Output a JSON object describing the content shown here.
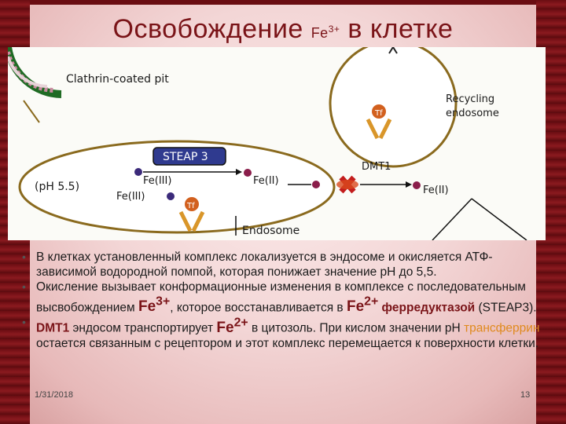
{
  "slide": {
    "title_main": "Освобождение",
    "title_ion": "Fe",
    "title_ion_charge": "3+",
    "title_tail": "в клетке"
  },
  "diagram": {
    "labels": {
      "clathrin": "Clathrin-coated pit",
      "recycling_1": "Recycling",
      "recycling_2": "endosome",
      "steap": "STEAP 3",
      "ph": "(pH 5.5)",
      "fe3_a": "Fe(III)",
      "fe3_b": "Fe(III)",
      "fe2_a": "Fe(II)",
      "fe2_b": "Fe(II)",
      "dmt1": "DMT1",
      "endosome": "Endosome",
      "tf_a": "Tf",
      "tf_b": "Tf"
    }
  },
  "bullets": {
    "b1": "В клетках установленный комплекс локализуется в эндосоме и окисляется АТФ-зависимой водородной помпой, которая понижает значение рН до 5,5.",
    "b2_a": "Окисление вызывает конформационные изменения в комплексе с последовательным высвобождением",
    "b2_ion": "Fe",
    "b2_ion_charge": "3+",
    "b2_b": ", которое восстанавливается в",
    "b2_ion2": "Fe",
    "b2_ion2_charge": "2+",
    "b2_enzyme": "ферредуктазой",
    "b2_c": "(STEAP3).",
    "b3_dmt": "DMT1",
    "b3_a": "эндосом транспортирует",
    "b3_ion": "Fe",
    "b3_ion_charge": "2+",
    "b3_b": "в цитозоль. При кислом значении рН",
    "b3_transferrin": "трансферрин",
    "b3_c": "остается связанным с рецептором и этот комплекс перемещается к поверхности клетки."
  },
  "footer": {
    "date": "1/31/2018",
    "page": "13"
  }
}
